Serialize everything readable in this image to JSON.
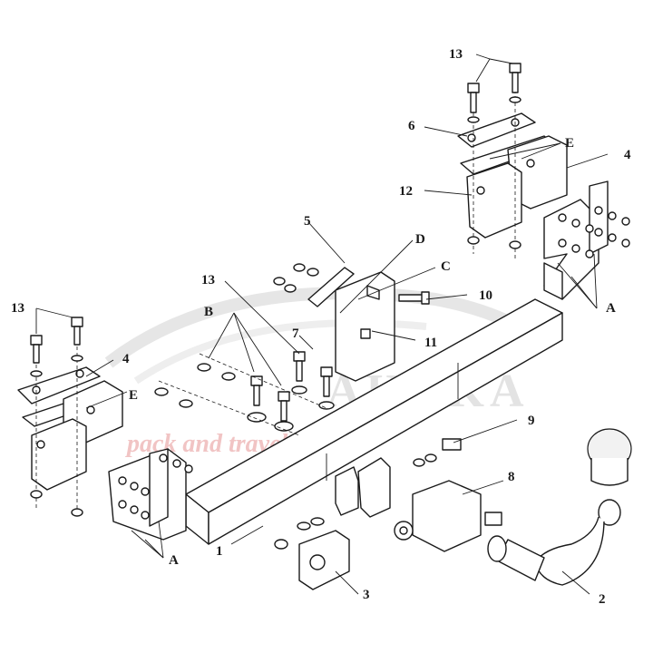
{
  "watermark": {
    "brand": "AHAKA",
    "tagline": "pack and travel",
    "color_brand": "#e0e0e0",
    "color_tagline": "#f3c2c2"
  },
  "callouts": {
    "p1": "1",
    "p2": "2",
    "p3": "3",
    "p4_right": "4",
    "p4_left": "4",
    "p5": "5",
    "p6": "6",
    "p7": "7",
    "p8": "8",
    "p9": "9",
    "p10": "10",
    "p11": "11",
    "p12": "12",
    "p13_top": "13",
    "p13_mid": "13",
    "p13_left": "13",
    "A_left": "A",
    "A_right": "A",
    "B": "B",
    "C": "C",
    "D": "D",
    "E_right": "E",
    "E_left": "E"
  },
  "colors": {
    "line": "#1a1a1a",
    "fill": "#ffffff"
  }
}
